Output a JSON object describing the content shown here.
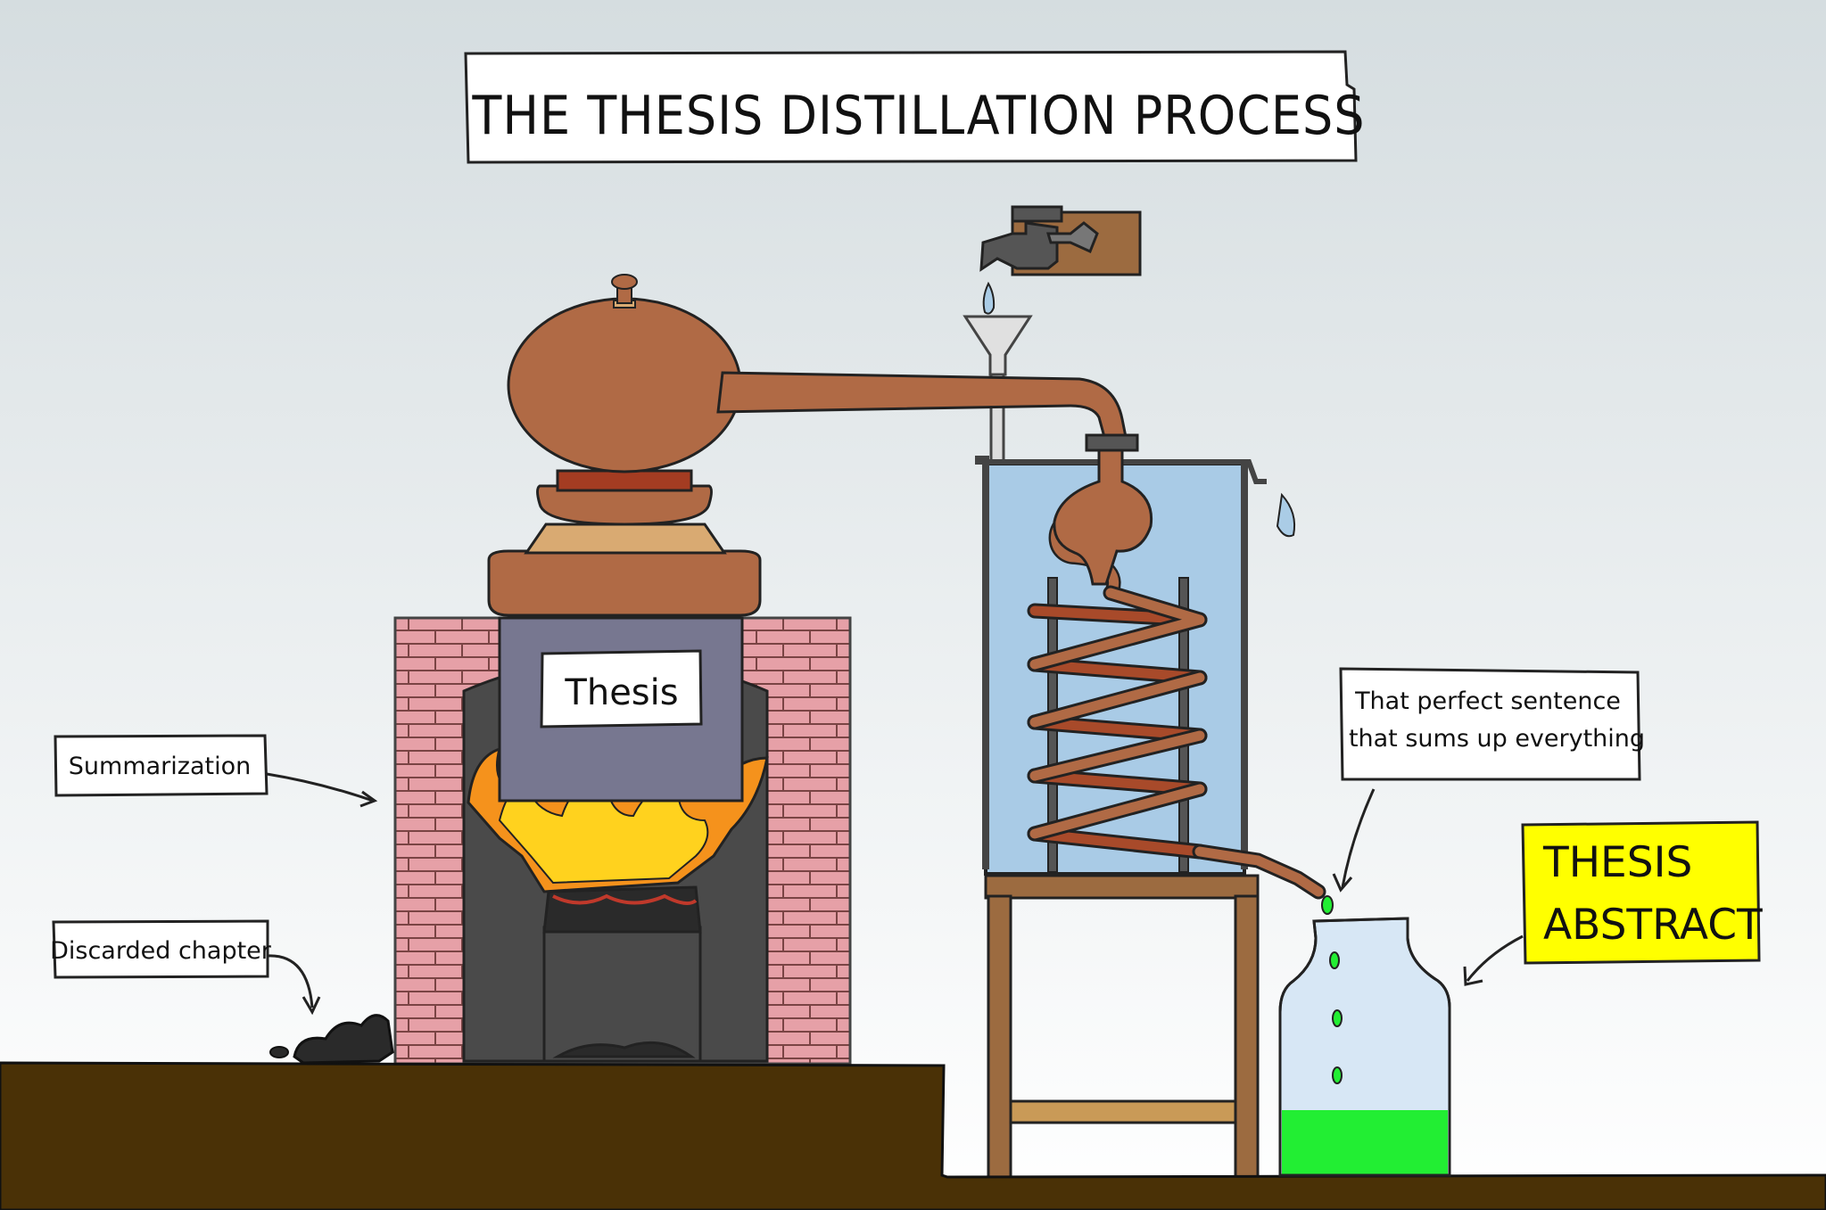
{
  "title": "THE THESIS DISTILLATION PROCESS",
  "labels": {
    "thesis": "Thesis",
    "summarization": "Summarization",
    "discarded": "Discarded chapter",
    "perfect_line1": "That perfect sentence",
    "perfect_line2": "that sums up everything",
    "abstract_line1": "THESIS",
    "abstract_line2": "ABSTRACT"
  },
  "colors": {
    "sky_top": "#d5dde0",
    "sky_bottom": "#ffffff",
    "copper": "#b06a45",
    "copper_band": "#a43c22",
    "copper_light": "#d9aa72",
    "brick": "#e6a0a7",
    "furnace_panel": "#777790",
    "furnace_dark": "#4a4a4a",
    "flame_orange": "#f5921c",
    "flame_yellow": "#ffd21e",
    "water": "#a9cbe6",
    "wood": "#9c6b40",
    "ground": "#4a3106",
    "abstract_bg": "#ffff00",
    "distillate": "#22ee33"
  }
}
